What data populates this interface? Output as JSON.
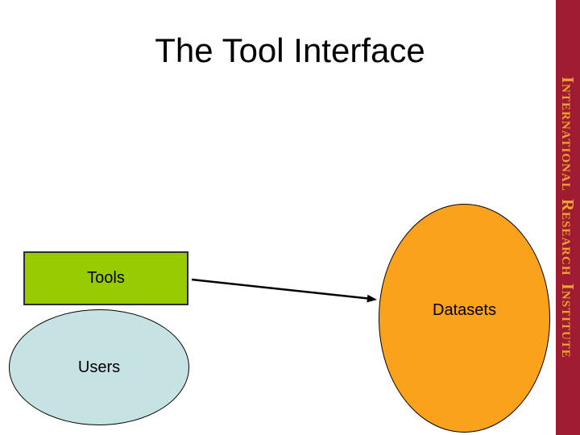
{
  "slide": {
    "title": "The Tool Interface",
    "tools_box": {
      "label": "Tools",
      "fill_color": "#99CC00"
    },
    "users_ellipse": {
      "label": "Users",
      "fill_color": "#C6E2E2"
    },
    "datasets_ellipse": {
      "label": "Datasets",
      "fill_color": "#FAA21B"
    },
    "connector": {
      "from": "Tools",
      "to": "Datasets",
      "color": "#000000"
    },
    "sidebar": {
      "text": "International Research Institute",
      "background_color": "#9E1B32",
      "text_color": "#F2A134"
    }
  }
}
